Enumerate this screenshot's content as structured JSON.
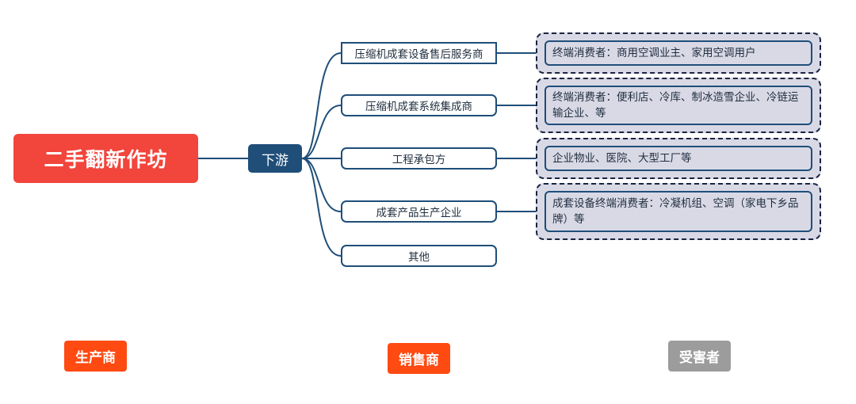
{
  "root": {
    "label": "二手翻新作坊"
  },
  "mid": {
    "label": "下游"
  },
  "branches": [
    {
      "label": "压缩机成套设备售后服务商"
    },
    {
      "label": "压缩机成套系统集成商"
    },
    {
      "label": "工程承包方"
    },
    {
      "label": "成套产品生产企业"
    },
    {
      "label": "其他"
    }
  ],
  "consumers": [
    {
      "text": "终端消费者：商用空调业主、家用空调用户"
    },
    {
      "text": "终端消费者：便利店、冷库、制冰造雪企业、冷链运输企业、等"
    },
    {
      "text": "企业物业、医院、大型工厂等"
    },
    {
      "text": "成套设备终端消费者：冷凝机组、空调（家电下乡品牌）等"
    }
  ],
  "legend": {
    "producer": "生产商",
    "seller": "销售商",
    "victim": "受害者"
  },
  "colors": {
    "root": "#f2453c",
    "mid": "#1f4e79",
    "line": "#1f4e79",
    "producer": "#ff4a12",
    "seller": "#ff4a12",
    "victim": "#9c9c9c"
  }
}
